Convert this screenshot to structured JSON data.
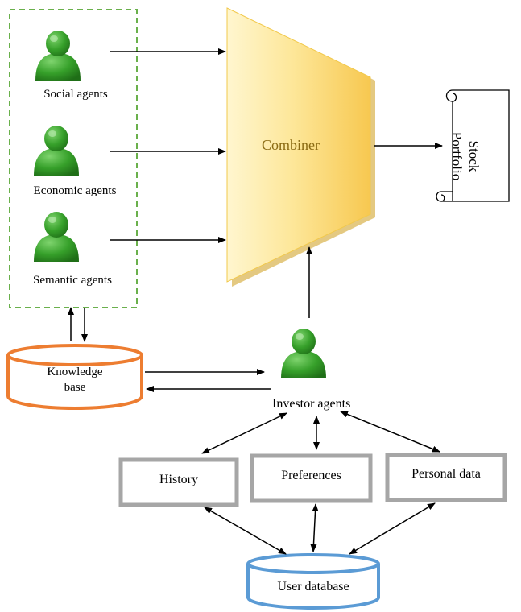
{
  "agents_group": {
    "social_label": "Social agents",
    "economic_label": "Economic agents",
    "semantic_label": "Semantic agents"
  },
  "combiner": {
    "label": "Combiner"
  },
  "output": {
    "line1": "Stock",
    "line2": "Portfolio"
  },
  "knowledge_base": {
    "line1": "Knowledge",
    "line2": "base"
  },
  "investor": {
    "label": "Investor agents"
  },
  "boxes": {
    "history": "History",
    "preferences": "Preferences",
    "personal_data": "Personal data"
  },
  "user_database": {
    "label": "User database"
  },
  "colors": {
    "group_border": "#6ab04c",
    "combiner_fill": "#fbd56a",
    "combiner_text": "#8a6a12",
    "knowledge_base": "#ed7d31",
    "user_database": "#5b9bd5",
    "box_border": "#a6a6a6",
    "agent_green": "#3a9a2e"
  },
  "icons": [
    "user-agent-icon",
    "scroll-icon",
    "cylinder-icon"
  ]
}
